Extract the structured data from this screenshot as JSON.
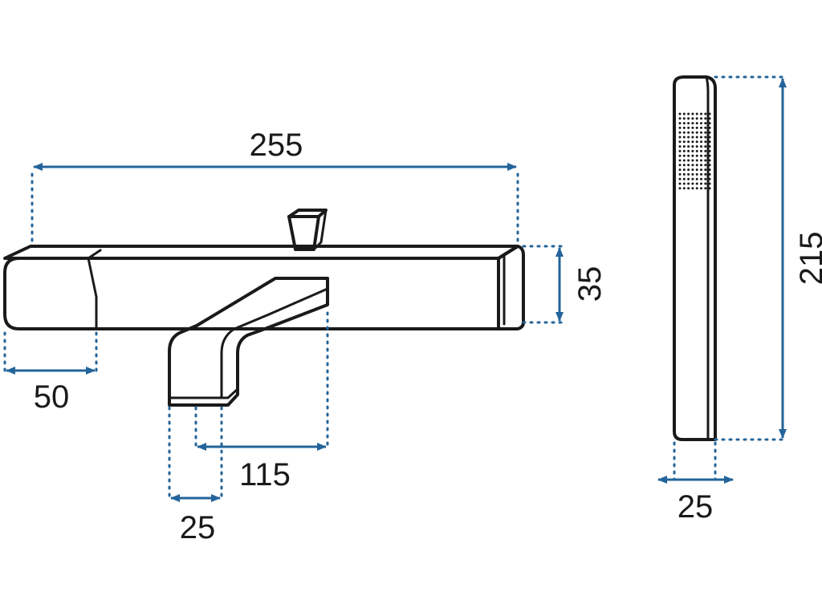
{
  "colors": {
    "dimension": "#23649a",
    "outline": "#1a1a1a"
  },
  "dimensions": {
    "overall_length": "255",
    "body_height": "35",
    "end_segment": "50",
    "spout_reach": "115",
    "spout_width": "25",
    "handshower_length": "215",
    "handshower_width": "25"
  }
}
